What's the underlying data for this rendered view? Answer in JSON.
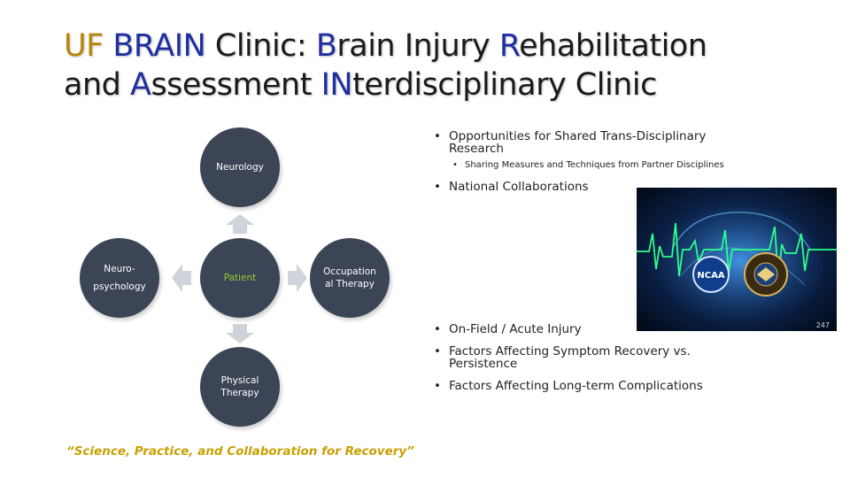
{
  "title": {
    "line1": [
      {
        "text": "UF",
        "style": "gold"
      },
      {
        "text": " ",
        "style": "plain"
      },
      {
        "text": "BRAIN",
        "style": "blue"
      },
      {
        "text": " Clinic:  ",
        "style": "plain"
      },
      {
        "text": "B",
        "style": "blue"
      },
      {
        "text": "rain Injury ",
        "style": "plain"
      },
      {
        "text": "R",
        "style": "blue"
      },
      {
        "text": "ehabilitation",
        "style": "plain"
      }
    ],
    "line2": [
      {
        "text": "and ",
        "style": "plain"
      },
      {
        "text": "A",
        "style": "blue"
      },
      {
        "text": "ssessment ",
        "style": "plain"
      },
      {
        "text": "IN",
        "style": "blue"
      },
      {
        "text": "terdisciplinary Clinic",
        "style": "plain"
      }
    ]
  },
  "colors": {
    "gold": "#b8860b",
    "blue": "#1f2fa0",
    "circle": "#3b4556",
    "patient_text": "#9acd32",
    "motto": "#c8a000"
  },
  "diagram": {
    "neurology": "Neurology",
    "neuropsychology_line1": "Neuro-",
    "neuropsychology_line2": "psychology",
    "patient": "Patient",
    "occupational_line1": "Occupation",
    "occupational_line2": "al Therapy",
    "physical_line1": "Physical",
    "physical_line2": "Therapy"
  },
  "motto": "“Science, Practice, and Collaboration for Recovery”",
  "bullets_top": {
    "item1": "Opportunities for Shared Trans-Disciplinary Research",
    "sub1": "Sharing Measures and Techniques from Partner Disciplines",
    "item2": "National Collaborations"
  },
  "bullets_bottom": {
    "item1": "On-Field / Acute Injury",
    "item2": "Factors Affecting Symptom Recovery vs. Persistence",
    "item3": "Factors Affecting Long-term Complications"
  },
  "image": {
    "ncaa_text": "NCAA",
    "corner_text": "247"
  }
}
